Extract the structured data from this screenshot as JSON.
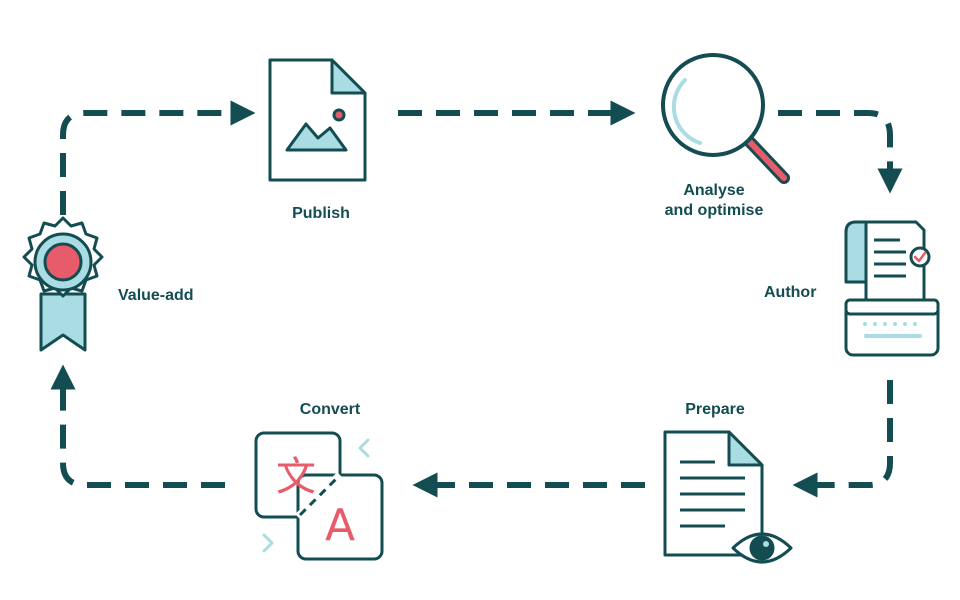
{
  "colors": {
    "primary": "#134d52",
    "light": "#a9dce3",
    "accent": "#e85b6a",
    "background": "#ffffff"
  },
  "steps": [
    {
      "id": "publish",
      "label_lines": [
        "Publish"
      ],
      "icon": "document-image-icon"
    },
    {
      "id": "analyse",
      "label_lines": [
        "Analyse",
        "and optimise"
      ],
      "icon": "magnifier-icon"
    },
    {
      "id": "author",
      "label_lines": [
        "Author"
      ],
      "icon": "typewriter-icon"
    },
    {
      "id": "prepare",
      "label_lines": [
        "Prepare"
      ],
      "icon": "document-eye-icon"
    },
    {
      "id": "convert",
      "label_lines": [
        "Convert"
      ],
      "icon": "translate-icon"
    },
    {
      "id": "value_add",
      "label_lines": [
        "Value-add"
      ],
      "icon": "award-ribbon-icon"
    }
  ],
  "convert_glyphs": {
    "source": "文",
    "target": "A"
  }
}
